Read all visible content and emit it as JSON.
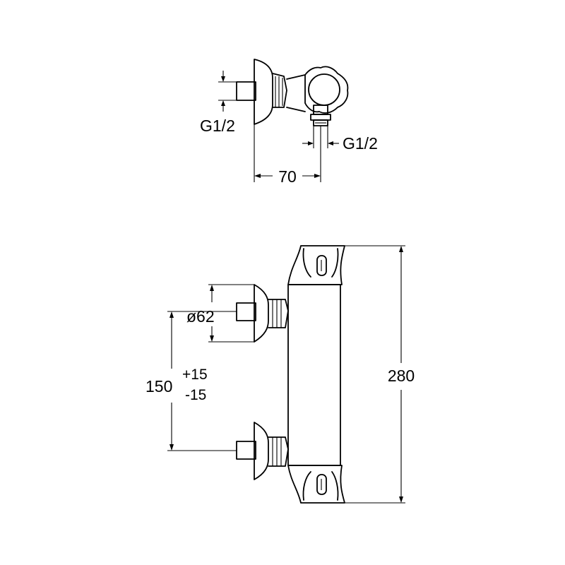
{
  "top_view": {
    "thread_left": "G1/2",
    "thread_outlet": "G1/2",
    "width_dim": "70"
  },
  "front_view": {
    "diameter_dim": "ø62",
    "spacing_dim": "150",
    "tol_plus": "+15",
    "tol_minus": "-15",
    "height_dim": "280"
  }
}
